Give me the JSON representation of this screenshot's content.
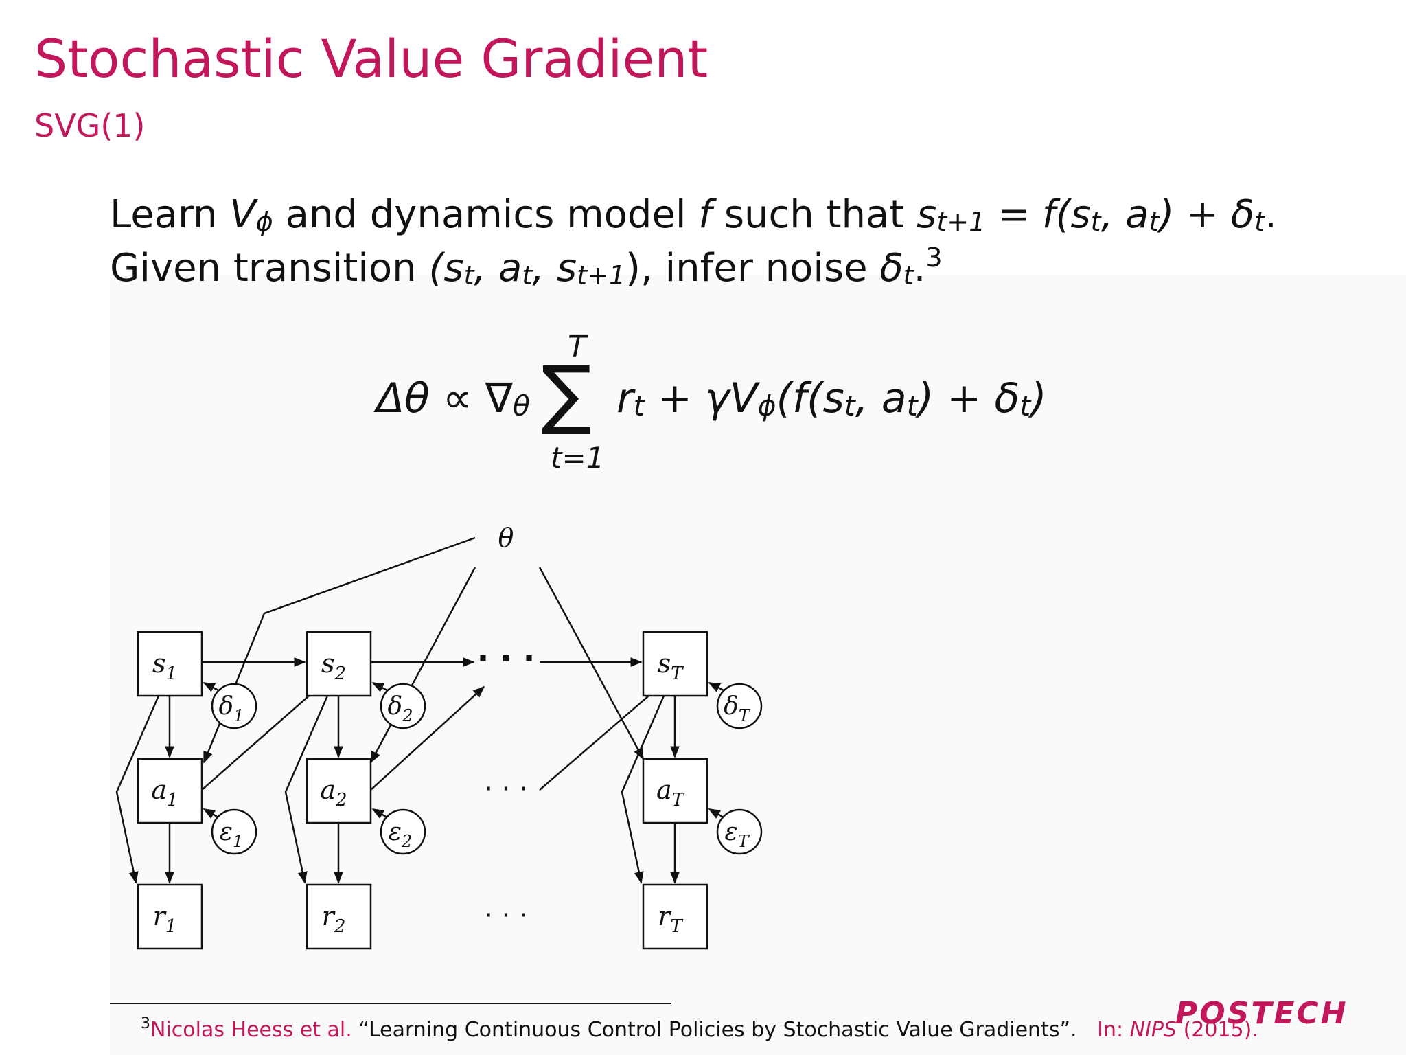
{
  "slide": {
    "title": "Stochastic Value Gradient",
    "subtitle": "SVG(1)"
  },
  "body": {
    "line1": {
      "w1": "Learn",
      "v": "V",
      "phi": "ϕ",
      "w2": "and dynamics model",
      "f": "f",
      "w3": "such that",
      "s": "s",
      "t1": "t+1",
      "eq": "= f(s",
      "t": "t",
      "comma_a": ", a",
      "close": ") + δ",
      "end": "."
    },
    "line2": {
      "w1": "Given transition",
      "open": "(s",
      "t": "t",
      "comma_a": ", a",
      "comma_s": ", s",
      "t1": "t+1",
      "close": "),",
      "w2": "infer noise",
      "delta": "δ",
      "end": ".",
      "footnote_mark": "3"
    }
  },
  "formula": {
    "lhs": "Δθ ∝ ∇",
    "lhs_sub": "θ",
    "sum_symbol": "∑",
    "sum_upper": "T",
    "sum_lower": "t=1",
    "r": "r",
    "t": "t",
    "plus_gamma": " + γV",
    "phi": "ϕ",
    "f_open": "(f(s",
    "comma_a": ", a",
    "plus_delta": ") + δ",
    "close": ")"
  },
  "diagram": {
    "theta": "θ",
    "dots": "· · ·",
    "columns": [
      {
        "s": "s",
        "a": "a",
        "r": "r",
        "delta": "δ",
        "eps": "ε",
        "idx": "1"
      },
      {
        "s": "s",
        "a": "a",
        "r": "r",
        "delta": "δ",
        "eps": "ε",
        "idx": "2"
      },
      {
        "s": "s",
        "a": "a",
        "r": "r",
        "delta": "δ",
        "eps": "ε",
        "idx": "T"
      }
    ]
  },
  "footnote": {
    "mark": "3",
    "authors": "Nicolas Heess et al.",
    "title": "“Learning Continuous Control Policies by Stochastic Value Gradients”.",
    "in": "In:",
    "venue": "NIPS",
    "year": "(2015)."
  },
  "logo": {
    "text": "POSTECH"
  },
  "colors": {
    "accent": "#c2185b",
    "text": "#111111",
    "background": "#ffffff"
  }
}
